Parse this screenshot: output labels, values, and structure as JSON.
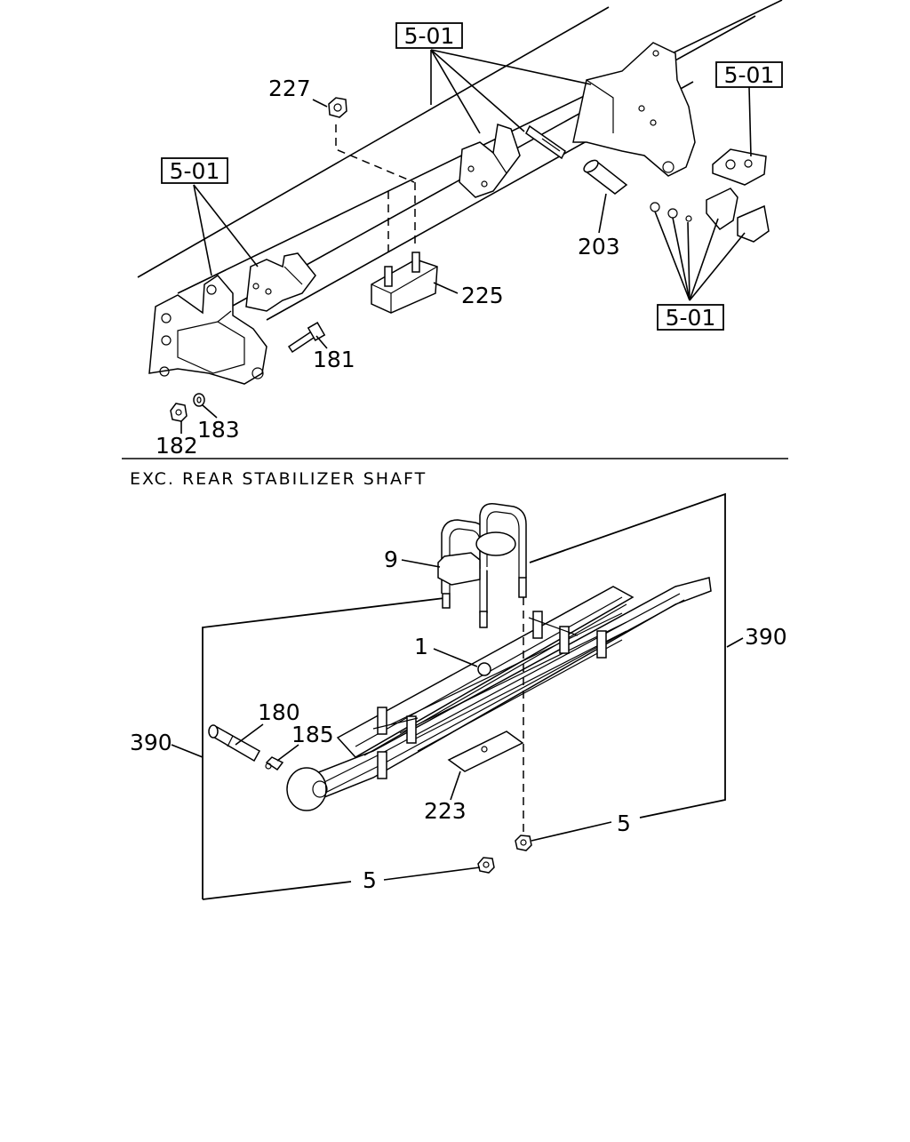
{
  "refs": {
    "r1": "5-01",
    "r2": "5-01",
    "r3": "5-01",
    "r4": "5-01"
  },
  "top_parts": {
    "p227": "227",
    "p203": "203",
    "p225": "225",
    "p181": "181",
    "p183": "183",
    "p182": "182"
  },
  "section": {
    "title": "EXC. REAR STABILIZER SHAFT"
  },
  "bottom_parts": {
    "p9": "9",
    "p1": "1",
    "p390_right": "390",
    "p390_left": "390",
    "p180": "180",
    "p185": "185",
    "p223": "223",
    "p5_right": "5",
    "p5_left": "5"
  }
}
